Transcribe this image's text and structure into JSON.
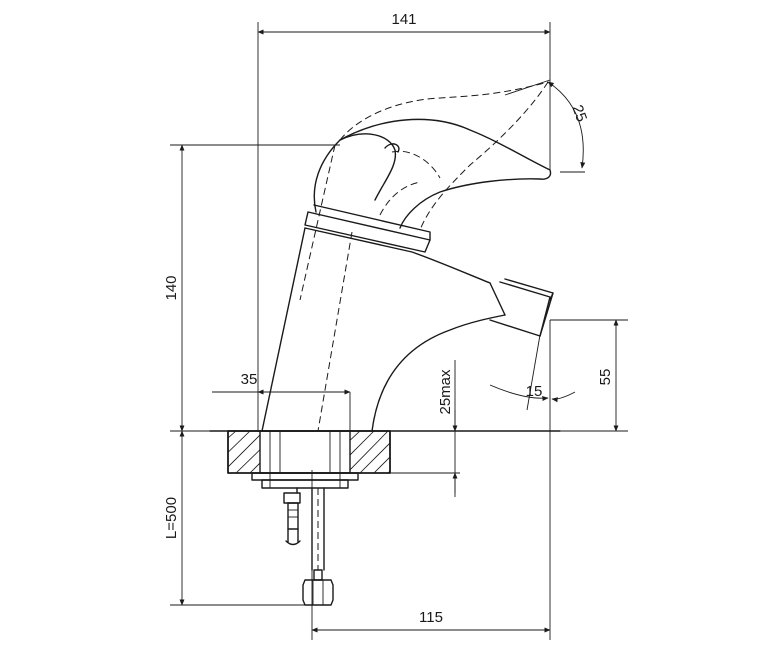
{
  "dimensions": {
    "overall_width": "141",
    "height": "140",
    "lever_angle": "25",
    "spout_height": "55",
    "spout_angle": "15",
    "base_diameter": "35",
    "max_thickness": "25max",
    "hose_length": "L=500",
    "spout_reach": "115"
  },
  "colors": {
    "line": "#1a1a1a",
    "background": "#ffffff"
  }
}
